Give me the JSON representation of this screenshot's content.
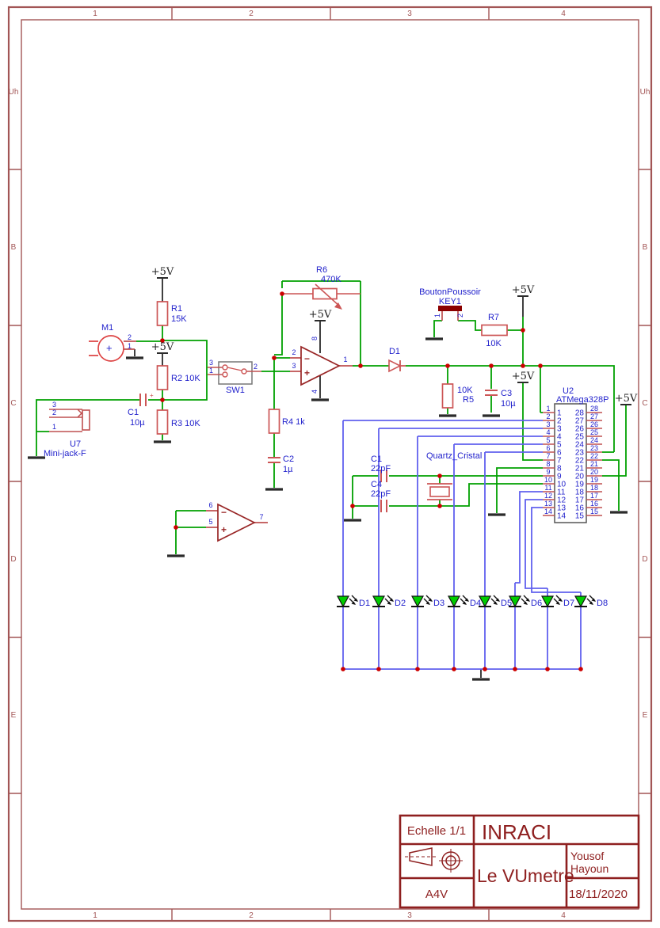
{
  "frame": {
    "cols": [
      "1",
      "2",
      "3",
      "4"
    ],
    "rows": [
      "Uh",
      "B",
      "C",
      "D",
      "E"
    ]
  },
  "title_block": {
    "scale": "Echelle 1/1",
    "org": "INRACI",
    "title": "Le VUmetre",
    "author_line1": "Yousof",
    "author_line2": "Hayoun",
    "paper": "A4V",
    "date": "18/11/2020"
  },
  "power": {
    "p5": "+5V"
  },
  "mic": {
    "ref": "M1",
    "plus": "+",
    "pin2": "2",
    "pin1": "1"
  },
  "jack": {
    "ref": "U7",
    "name": "Mini-jack-F",
    "pin3": "3",
    "pin2": "2",
    "pin1": "1"
  },
  "r1": {
    "ref": "R1",
    "val": "15K"
  },
  "r2": {
    "label": "R2 10K"
  },
  "r3": {
    "label": "R3 10K"
  },
  "r4": {
    "label": "R4 1k"
  },
  "r5": {
    "val": "10K",
    "ref": "R5"
  },
  "r6": {
    "ref": "R6",
    "val": "470K"
  },
  "r7": {
    "ref": "R7",
    "val": "10K"
  },
  "c1a": {
    "ref": "C1",
    "val": "10µ"
  },
  "c2": {
    "ref": "C2",
    "val": "1µ"
  },
  "c3": {
    "ref": "C3",
    "val": "10µ"
  },
  "c1b": {
    "ref": "C1",
    "val": "22pF"
  },
  "c4": {
    "ref": "C4",
    "val": "22pF"
  },
  "sw1": {
    "ref": "SW1",
    "pin3": "3",
    "pin1": "1",
    "pin2": "2"
  },
  "opamp1": {
    "pin2": "2",
    "pin3": "3",
    "pin1": "1",
    "pin8": "8",
    "pin4": "4",
    "minus": "−",
    "plus": "+"
  },
  "opamp2": {
    "pin6": "6",
    "pin5": "5",
    "pin7": "7",
    "minus": "−",
    "plus": "+"
  },
  "d1": {
    "ref": "D1"
  },
  "key1": {
    "name": "BoutonPoussoir",
    "ref": "KEY1",
    "pin1": "1",
    "pin2": "2"
  },
  "u2": {
    "ref": "U2",
    "part": "ATMega328P",
    "left": [
      "1",
      "2",
      "3",
      "4",
      "5",
      "6",
      "7",
      "8",
      "9",
      "10",
      "11",
      "12",
      "13",
      "14"
    ],
    "right": [
      "28",
      "27",
      "26",
      "25",
      "24",
      "23",
      "22",
      "21",
      "20",
      "19",
      "18",
      "17",
      "16",
      "15"
    ]
  },
  "xtal": {
    "name": "Quartz_Cristal"
  },
  "leds": [
    "D1",
    "D2",
    "D3",
    "D4",
    "D5",
    "D6",
    "D7",
    "D8"
  ]
}
